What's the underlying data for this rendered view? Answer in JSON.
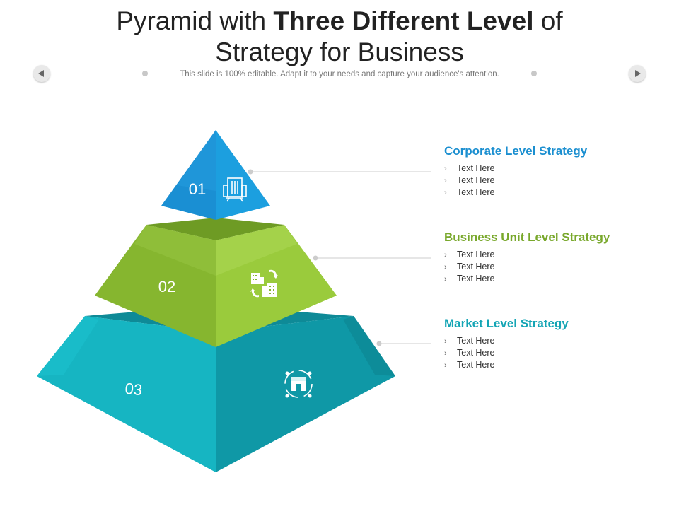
{
  "title": {
    "part1": "Pyramid with ",
    "bold": "Three Different Level",
    "part2": " of",
    "line2": "Strategy for Business"
  },
  "subtitle": "This slide is 100% editable. Adapt it to your needs and capture your audience's attention.",
  "colors": {
    "level1": "#1a8fd3",
    "level2": "#7cae2c",
    "level3": "#12a8b6",
    "heading1": "#1b8fd0",
    "heading2": "#79a82c",
    "heading3": "#14a5b5"
  },
  "levels": [
    {
      "number": "01",
      "icon": "office-building-icon",
      "heading": "Corporate Level Strategy",
      "bullets": [
        "Text Here",
        "Text Here",
        "Text Here"
      ]
    },
    {
      "number": "02",
      "icon": "business-units-exchange-icon",
      "heading": "Business Unit Level Strategy",
      "bullets": [
        "Text Here",
        "Text Here",
        "Text Here"
      ]
    },
    {
      "number": "03",
      "icon": "market-store-icon",
      "heading": "Market Level Strategy",
      "bullets": [
        "Text Here",
        "Text Here",
        "Text Here"
      ]
    }
  ]
}
